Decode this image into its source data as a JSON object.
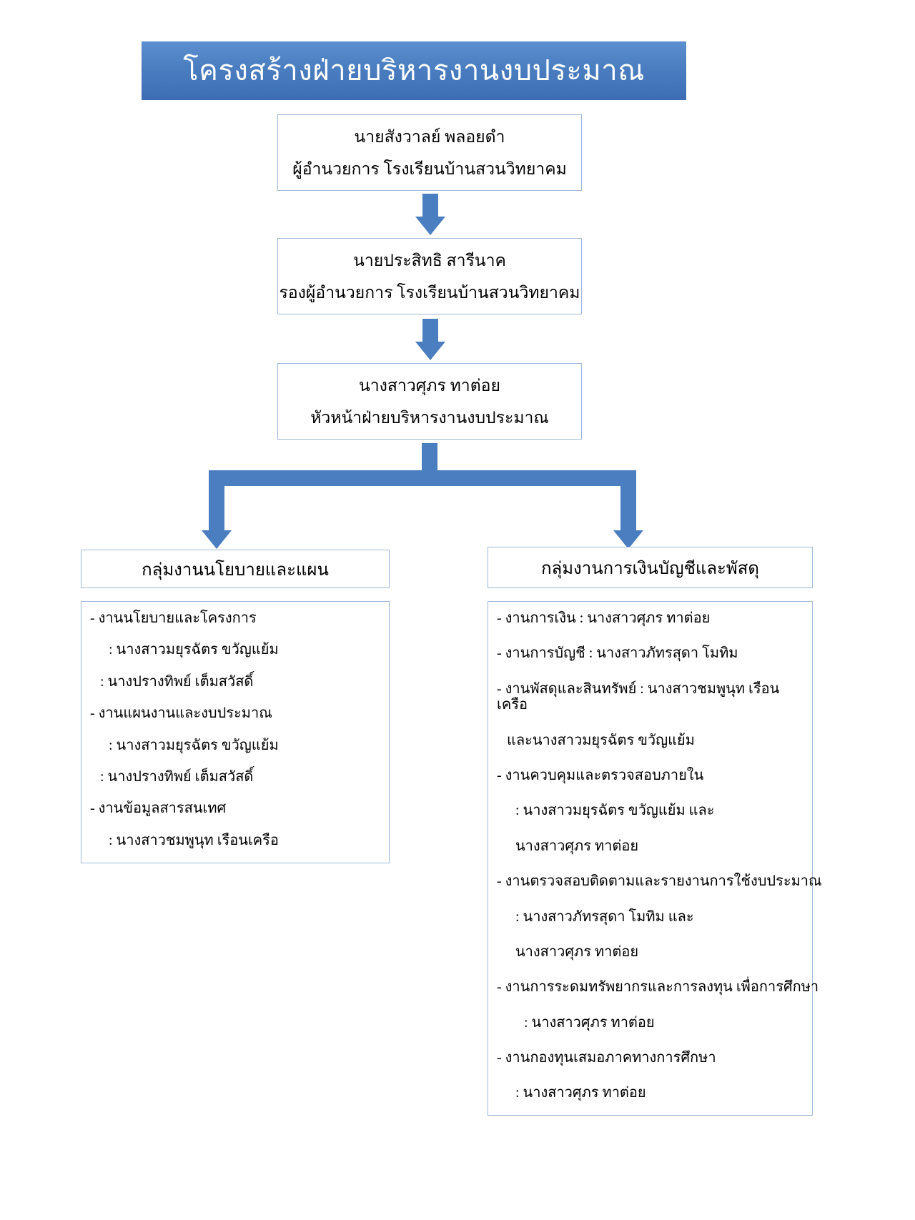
{
  "title": {
    "text": "โครงสร้างฝ่ายบริหารงานงบประมาณ"
  },
  "colors": {
    "banner_blue": "#4a7ec0",
    "arrow_blue": "#4a7ec0",
    "box_border": "#9fb8d8",
    "title_text": "#ffffff"
  },
  "hierarchy": {
    "director": {
      "name": "นายสังวาลย์ พลอยดำ",
      "position": "ผู้อำนวยการ โรงเรียนบ้านสวนวิทยาคม"
    },
    "deputy": {
      "name": "นายประสิทธิ สารีนาค",
      "position": "รองผู้อำนวยการ โรงเรียนบ้านสวนวิทยาคม"
    },
    "head": {
      "name": "นางสาวศุภร ทาต่อย",
      "position": "หัวหน้าฝ่ายบริหารงานงบประมาณ"
    }
  },
  "groups": {
    "policy": {
      "header": "กลุ่มงานนโยบายและแผน",
      "items": [
        "- งานนโยบายและโครงการ",
        ":  นางสาวมยุรฉัตร ขวัญแย้ม",
        ": นางปรางทิพย์ เต็มสวัสดิ์",
        "-      งานแผนงานและงบประมาณ",
        ":  นางสาวมยุรฉัตร ขวัญแย้ม",
        ": นางปรางทิพย์ เต็มสวัสดิ์",
        "-      งานข้อมูลสารสนเทศ",
        ":  นางสาวชมพูนุท เรือนเครือ"
      ]
    },
    "finance": {
      "header": "กลุ่มงานการเงินบัญชีและพัสดุ",
      "items": [
        "-    งานการเงิน  : นางสาวศุภร ทาต่อย",
        "-     งานการบัญชี : นางสาวภัทรสุดา โมทิม",
        "-     งานพัสดุและสินทรัพย์ : นางสาวชมพูนุท เรือนเครือ",
        "และนางสาวมยุรฉัตร ขวัญแย้ม",
        "- งานควบคุมและตรวจสอบภายใน",
        ": นางสาวมยุรฉัตร ขวัญแย้ม และ",
        "นางสาวศุภร ทาต่อย",
        "- งานตรวจสอบติดตามและรายงานการใช้งบประมาณ",
        ":  นางสาวภัทรสุดา โมทิม และ",
        "นางสาวศุภร ทาต่อย",
        "- งานการระดมทรัพยากรและการลงทุน เพื่อการศึกษา",
        ": นางสาวศุภร ทาต่อย",
        "- งานกองทุนเสมอภาคทางการศึกษา",
        ": นางสาวศุภร ทาต่อย"
      ]
    }
  }
}
